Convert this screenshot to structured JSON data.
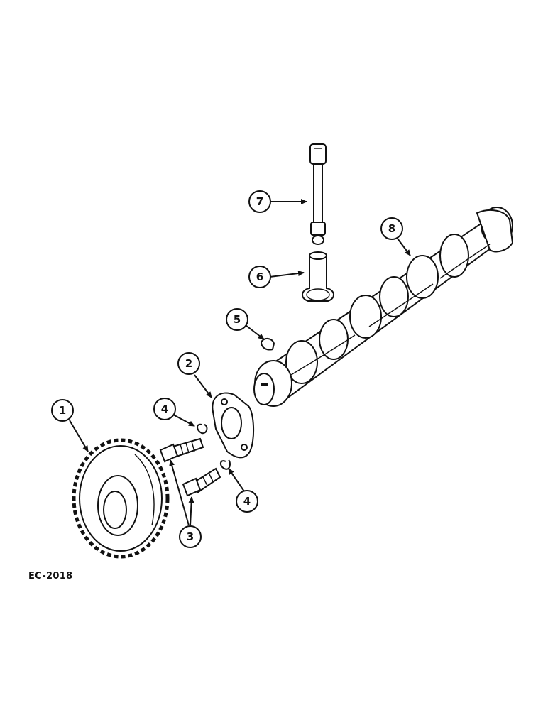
{
  "figure_code": "EC-2018",
  "callouts": [
    {
      "id": "c1",
      "label": "1"
    },
    {
      "id": "c2",
      "label": "2"
    },
    {
      "id": "c3",
      "label": "3"
    },
    {
      "id": "c4a",
      "label": "4"
    },
    {
      "id": "c4b",
      "label": "4"
    },
    {
      "id": "c5",
      "label": "5"
    },
    {
      "id": "c6",
      "label": "6"
    },
    {
      "id": "c7",
      "label": "7"
    },
    {
      "id": "c8",
      "label": "8"
    }
  ]
}
